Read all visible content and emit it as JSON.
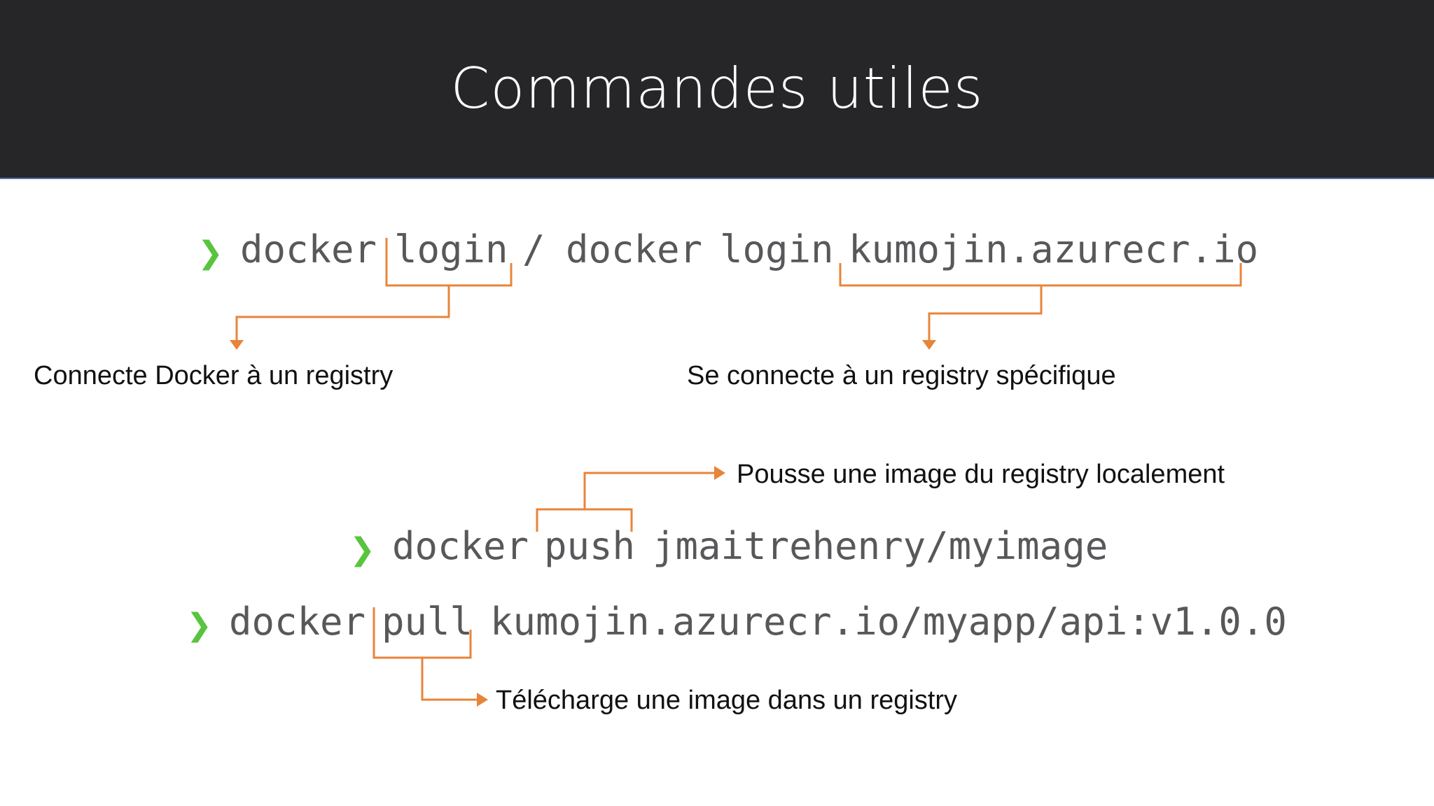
{
  "slide": {
    "title": "Commandes utiles",
    "prompt_symbol": "❯",
    "colors": {
      "header_bg": "#262528",
      "accent": "#e8843a",
      "prompt": "#59c43e",
      "code": "#58575a"
    }
  },
  "commands": {
    "login": {
      "docker": "docker",
      "login": "login",
      "slash": "/",
      "docker2": "docker",
      "login2": "login",
      "registry": "kumojin.azurecr.io"
    },
    "push": {
      "docker": "docker",
      "push": "push",
      "image": "jmaitrehenry/myimage"
    },
    "pull": {
      "docker": "docker",
      "pull": "pull",
      "image": "kumojin.azurecr.io/myapp/api:v1.0.0"
    }
  },
  "annotations": {
    "login": "Connecte Docker à un registry",
    "login_specific": "Se connecte à un registry spécifique",
    "push": "Pousse une image du registry localement",
    "pull": "Télécharge une image dans un registry"
  }
}
